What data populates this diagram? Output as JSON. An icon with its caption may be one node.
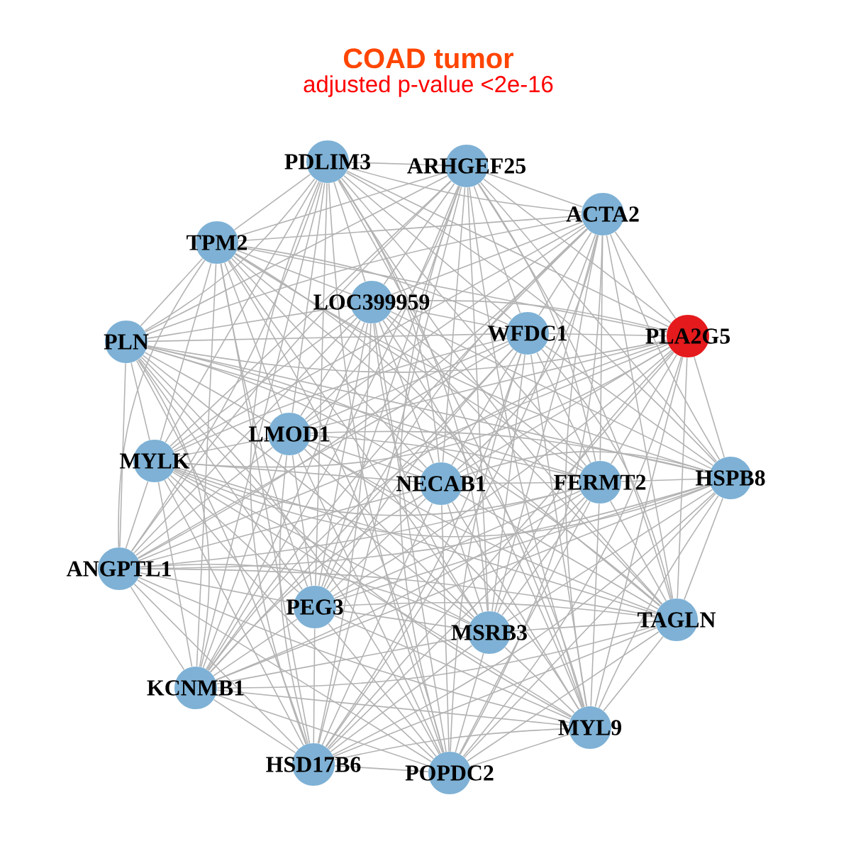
{
  "diagram": {
    "title": "COAD tumor",
    "labels": [
      "adjusted p-value <2e-16"
    ],
    "nodes": [
      {
        "text": [
          "PDLIM3"
        ]
      },
      {
        "text": [
          "ARHGEF25"
        ]
      },
      {
        "text": [
          "ACTA2"
        ]
      },
      {
        "text": [
          "TPM2"
        ]
      },
      {
        "text": [
          "LOC399959"
        ]
      },
      {
        "text": [
          "WFDC1"
        ]
      },
      {
        "text": [
          "PLA2G5"
        ]
      },
      {
        "text": [
          "PLN"
        ]
      },
      {
        "text": [
          "LMOD1"
        ]
      },
      {
        "text": [
          "MYLK"
        ]
      },
      {
        "text": [
          "NECAB1"
        ]
      },
      {
        "text": [
          "FERMT2"
        ]
      },
      {
        "text": [
          "HSPB8"
        ]
      },
      {
        "text": [
          "ANGPTL1"
        ]
      },
      {
        "text": [
          "PEG3"
        ]
      },
      {
        "text": [
          "MSRB3"
        ]
      },
      {
        "text": [
          "TAGLN"
        ]
      },
      {
        "text": [
          "KCNMB1"
        ]
      },
      {
        "text": [
          "MYL9"
        ]
      },
      {
        "text": [
          "HSD17B6"
        ]
      },
      {
        "text": [
          "POPDC2"
        ]
      }
    ],
    "edges": [
      {
        "from": 0,
        "to": 1,
        "arrow": "none"
      },
      {
        "from": 0,
        "to": 2,
        "arrow": "none"
      },
      {
        "from": 0,
        "to": 3,
        "arrow": "none"
      },
      {
        "from": 0,
        "to": 4,
        "arrow": "none"
      },
      {
        "from": 0,
        "to": 5,
        "arrow": "none"
      },
      {
        "from": 0,
        "to": 6,
        "arrow": "none"
      },
      {
        "from": 0,
        "to": 7,
        "arrow": "none"
      },
      {
        "from": 0,
        "to": 8,
        "arrow": "none"
      },
      {
        "from": 0,
        "to": 9,
        "arrow": "none"
      },
      {
        "from": 0,
        "to": 10,
        "arrow": "none"
      },
      {
        "from": 0,
        "to": 11,
        "arrow": "none"
      },
      {
        "from": 0,
        "to": 12,
        "arrow": "none"
      },
      {
        "from": 0,
        "to": 13,
        "arrow": "none"
      },
      {
        "from": 0,
        "to": 14,
        "arrow": "none"
      },
      {
        "from": 0,
        "to": 15,
        "arrow": "none"
      },
      {
        "from": 0,
        "to": 16,
        "arrow": "none"
      },
      {
        "from": 0,
        "to": 17,
        "arrow": "none"
      },
      {
        "from": 0,
        "to": 18,
        "arrow": "none"
      },
      {
        "from": 0,
        "to": 19,
        "arrow": "none"
      },
      {
        "from": 0,
        "to": 20,
        "arrow": "none"
      },
      {
        "from": 1,
        "to": 2,
        "arrow": "none"
      },
      {
        "from": 1,
        "to": 3,
        "arrow": "none"
      },
      {
        "from": 1,
        "to": 4,
        "arrow": "none"
      },
      {
        "from": 1,
        "to": 5,
        "arrow": "none"
      },
      {
        "from": 1,
        "to": 6,
        "arrow": "none"
      },
      {
        "from": 1,
        "to": 7,
        "arrow": "none"
      },
      {
        "from": 1,
        "to": 8,
        "arrow": "none"
      },
      {
        "from": 1,
        "to": 9,
        "arrow": "none"
      },
      {
        "from": 1,
        "to": 10,
        "arrow": "none"
      },
      {
        "from": 1,
        "to": 11,
        "arrow": "none"
      },
      {
        "from": 1,
        "to": 12,
        "arrow": "none"
      },
      {
        "from": 1,
        "to": 13,
        "arrow": "none"
      },
      {
        "from": 1,
        "to": 14,
        "arrow": "none"
      },
      {
        "from": 1,
        "to": 15,
        "arrow": "none"
      },
      {
        "from": 1,
        "to": 16,
        "arrow": "none"
      },
      {
        "from": 1,
        "to": 17,
        "arrow": "none"
      },
      {
        "from": 1,
        "to": 18,
        "arrow": "none"
      },
      {
        "from": 1,
        "to": 19,
        "arrow": "none"
      },
      {
        "from": 1,
        "to": 20,
        "arrow": "none"
      },
      {
        "from": 2,
        "to": 3,
        "arrow": "none"
      },
      {
        "from": 2,
        "to": 4,
        "arrow": "none"
      },
      {
        "from": 2,
        "to": 5,
        "arrow": "none"
      },
      {
        "from": 2,
        "to": 6,
        "arrow": "none"
      },
      {
        "from": 2,
        "to": 7,
        "arrow": "none"
      },
      {
        "from": 2,
        "to": 8,
        "arrow": "none"
      },
      {
        "from": 2,
        "to": 9,
        "arrow": "none"
      },
      {
        "from": 2,
        "to": 10,
        "arrow": "none"
      },
      {
        "from": 2,
        "to": 11,
        "arrow": "none"
      },
      {
        "from": 2,
        "to": 12,
        "arrow": "none"
      },
      {
        "from": 2,
        "to": 13,
        "arrow": "none"
      },
      {
        "from": 2,
        "to": 14,
        "arrow": "none"
      },
      {
        "from": 2,
        "to": 15,
        "arrow": "none"
      },
      {
        "from": 2,
        "to": 16,
        "arrow": "none"
      },
      {
        "from": 2,
        "to": 17,
        "arrow": "none"
      },
      {
        "from": 2,
        "to": 18,
        "arrow": "none"
      },
      {
        "from": 2,
        "to": 19,
        "arrow": "none"
      },
      {
        "from": 2,
        "to": 20,
        "arrow": "none"
      },
      {
        "from": 3,
        "to": 4,
        "arrow": "none"
      },
      {
        "from": 3,
        "to": 5,
        "arrow": "none"
      },
      {
        "from": 3,
        "to": 6,
        "arrow": "none"
      },
      {
        "from": 3,
        "to": 7,
        "arrow": "none"
      },
      {
        "from": 3,
        "to": 8,
        "arrow": "none"
      },
      {
        "from": 3,
        "to": 9,
        "arrow": "none"
      },
      {
        "from": 3,
        "to": 10,
        "arrow": "none"
      },
      {
        "from": 3,
        "to": 11,
        "arrow": "none"
      },
      {
        "from": 3,
        "to": 12,
        "arrow": "none"
      },
      {
        "from": 3,
        "to": 13,
        "arrow": "none"
      },
      {
        "from": 3,
        "to": 14,
        "arrow": "none"
      },
      {
        "from": 3,
        "to": 15,
        "arrow": "none"
      },
      {
        "from": 3,
        "to": 16,
        "arrow": "none"
      },
      {
        "from": 3,
        "to": 17,
        "arrow": "none"
      },
      {
        "from": 3,
        "to": 18,
        "arrow": "none"
      },
      {
        "from": 3,
        "to": 19,
        "arrow": "none"
      },
      {
        "from": 3,
        "to": 20,
        "arrow": "none"
      },
      {
        "from": 4,
        "to": 5,
        "arrow": "none"
      },
      {
        "from": 4,
        "to": 6,
        "arrow": "none"
      },
      {
        "from": 4,
        "to": 7,
        "arrow": "none"
      },
      {
        "from": 4,
        "to": 8,
        "arrow": "none"
      },
      {
        "from": 4,
        "to": 9,
        "arrow": "none"
      },
      {
        "from": 4,
        "to": 10,
        "arrow": "none"
      },
      {
        "from": 4,
        "to": 11,
        "arrow": "none"
      },
      {
        "from": 4,
        "to": 12,
        "arrow": "none"
      },
      {
        "from": 4,
        "to": 13,
        "arrow": "none"
      },
      {
        "from": 4,
        "to": 14,
        "arrow": "none"
      },
      {
        "from": 4,
        "to": 15,
        "arrow": "none"
      },
      {
        "from": 4,
        "to": 16,
        "arrow": "none"
      },
      {
        "from": 4,
        "to": 17,
        "arrow": "none"
      },
      {
        "from": 4,
        "to": 18,
        "arrow": "none"
      },
      {
        "from": 4,
        "to": 19,
        "arrow": "none"
      },
      {
        "from": 4,
        "to": 20,
        "arrow": "none"
      },
      {
        "from": 5,
        "to": 6,
        "arrow": "none"
      },
      {
        "from": 5,
        "to": 7,
        "arrow": "none"
      },
      {
        "from": 5,
        "to": 8,
        "arrow": "none"
      },
      {
        "from": 5,
        "to": 9,
        "arrow": "none"
      },
      {
        "from": 5,
        "to": 10,
        "arrow": "none"
      },
      {
        "from": 5,
        "to": 11,
        "arrow": "none"
      },
      {
        "from": 5,
        "to": 12,
        "arrow": "none"
      },
      {
        "from": 5,
        "to": 13,
        "arrow": "none"
      },
      {
        "from": 5,
        "to": 14,
        "arrow": "none"
      },
      {
        "from": 5,
        "to": 15,
        "arrow": "none"
      },
      {
        "from": 5,
        "to": 16,
        "arrow": "none"
      },
      {
        "from": 5,
        "to": 17,
        "arrow": "none"
      },
      {
        "from": 5,
        "to": 18,
        "arrow": "none"
      },
      {
        "from": 5,
        "to": 19,
        "arrow": "none"
      },
      {
        "from": 5,
        "to": 20,
        "arrow": "none"
      },
      {
        "from": 6,
        "to": 7,
        "arrow": "none"
      },
      {
        "from": 6,
        "to": 8,
        "arrow": "none"
      },
      {
        "from": 6,
        "to": 9,
        "arrow": "none"
      },
      {
        "from": 6,
        "to": 10,
        "arrow": "none"
      },
      {
        "from": 6,
        "to": 11,
        "arrow": "none"
      },
      {
        "from": 6,
        "to": 12,
        "arrow": "none"
      },
      {
        "from": 6,
        "to": 13,
        "arrow": "none"
      },
      {
        "from": 6,
        "to": 14,
        "arrow": "none"
      },
      {
        "from": 6,
        "to": 15,
        "arrow": "none"
      },
      {
        "from": 6,
        "to": 16,
        "arrow": "none"
      },
      {
        "from": 6,
        "to": 17,
        "arrow": "none"
      },
      {
        "from": 6,
        "to": 18,
        "arrow": "none"
      },
      {
        "from": 6,
        "to": 19,
        "arrow": "none"
      },
      {
        "from": 6,
        "to": 20,
        "arrow": "none"
      },
      {
        "from": 7,
        "to": 8,
        "arrow": "none"
      },
      {
        "from": 7,
        "to": 9,
        "arrow": "none"
      },
      {
        "from": 7,
        "to": 10,
        "arrow": "none"
      },
      {
        "from": 7,
        "to": 11,
        "arrow": "none"
      },
      {
        "from": 7,
        "to": 12,
        "arrow": "none"
      },
      {
        "from": 7,
        "to": 13,
        "arrow": "none"
      },
      {
        "from": 7,
        "to": 14,
        "arrow": "none"
      },
      {
        "from": 7,
        "to": 15,
        "arrow": "none"
      },
      {
        "from": 7,
        "to": 16,
        "arrow": "none"
      },
      {
        "from": 7,
        "to": 17,
        "arrow": "none"
      },
      {
        "from": 7,
        "to": 18,
        "arrow": "none"
      },
      {
        "from": 7,
        "to": 19,
        "arrow": "none"
      },
      {
        "from": 7,
        "to": 20,
        "arrow": "none"
      },
      {
        "from": 8,
        "to": 9,
        "arrow": "none"
      },
      {
        "from": 8,
        "to": 10,
        "arrow": "none"
      },
      {
        "from": 8,
        "to": 11,
        "arrow": "none"
      },
      {
        "from": 8,
        "to": 12,
        "arrow": "none"
      },
      {
        "from": 8,
        "to": 13,
        "arrow": "none"
      },
      {
        "from": 8,
        "to": 14,
        "arrow": "none"
      },
      {
        "from": 8,
        "to": 15,
        "arrow": "none"
      },
      {
        "from": 8,
        "to": 16,
        "arrow": "none"
      },
      {
        "from": 8,
        "to": 17,
        "arrow": "none"
      },
      {
        "from": 8,
        "to": 18,
        "arrow": "none"
      },
      {
        "from": 8,
        "to": 19,
        "arrow": "none"
      },
      {
        "from": 8,
        "to": 20,
        "arrow": "none"
      },
      {
        "from": 9,
        "to": 10,
        "arrow": "none"
      },
      {
        "from": 9,
        "to": 11,
        "arrow": "none"
      },
      {
        "from": 9,
        "to": 12,
        "arrow": "none"
      },
      {
        "from": 9,
        "to": 13,
        "arrow": "none"
      },
      {
        "from": 9,
        "to": 14,
        "arrow": "none"
      },
      {
        "from": 9,
        "to": 15,
        "arrow": "none"
      },
      {
        "from": 9,
        "to": 16,
        "arrow": "none"
      },
      {
        "from": 9,
        "to": 17,
        "arrow": "none"
      },
      {
        "from": 9,
        "to": 18,
        "arrow": "none"
      },
      {
        "from": 9,
        "to": 19,
        "arrow": "none"
      },
      {
        "from": 9,
        "to": 20,
        "arrow": "none"
      },
      {
        "from": 10,
        "to": 11,
        "arrow": "none"
      },
      {
        "from": 10,
        "to": 12,
        "arrow": "none"
      },
      {
        "from": 10,
        "to": 13,
        "arrow": "none"
      },
      {
        "from": 10,
        "to": 14,
        "arrow": "none"
      },
      {
        "from": 10,
        "to": 15,
        "arrow": "none"
      },
      {
        "from": 10,
        "to": 16,
        "arrow": "none"
      },
      {
        "from": 10,
        "to": 17,
        "arrow": "none"
      },
      {
        "from": 10,
        "to": 18,
        "arrow": "none"
      },
      {
        "from": 10,
        "to": 19,
        "arrow": "none"
      },
      {
        "from": 10,
        "to": 20,
        "arrow": "none"
      },
      {
        "from": 11,
        "to": 12,
        "arrow": "none"
      },
      {
        "from": 11,
        "to": 13,
        "arrow": "none"
      },
      {
        "from": 11,
        "to": 14,
        "arrow": "none"
      },
      {
        "from": 11,
        "to": 15,
        "arrow": "none"
      },
      {
        "from": 11,
        "to": 16,
        "arrow": "none"
      },
      {
        "from": 11,
        "to": 17,
        "arrow": "none"
      },
      {
        "from": 11,
        "to": 18,
        "arrow": "none"
      },
      {
        "from": 11,
        "to": 19,
        "arrow": "none"
      },
      {
        "from": 11,
        "to": 20,
        "arrow": "none"
      },
      {
        "from": 12,
        "to": 13,
        "arrow": "none"
      },
      {
        "from": 12,
        "to": 14,
        "arrow": "none"
      },
      {
        "from": 12,
        "to": 15,
        "arrow": "none"
      },
      {
        "from": 12,
        "to": 16,
        "arrow": "none"
      },
      {
        "from": 12,
        "to": 17,
        "arrow": "none"
      },
      {
        "from": 12,
        "to": 18,
        "arrow": "none"
      },
      {
        "from": 12,
        "to": 19,
        "arrow": "none"
      },
      {
        "from": 12,
        "to": 20,
        "arrow": "none"
      },
      {
        "from": 13,
        "to": 14,
        "arrow": "none"
      },
      {
        "from": 13,
        "to": 15,
        "arrow": "none"
      },
      {
        "from": 13,
        "to": 16,
        "arrow": "none"
      },
      {
        "from": 13,
        "to": 17,
        "arrow": "none"
      },
      {
        "from": 13,
        "to": 18,
        "arrow": "none"
      },
      {
        "from": 13,
        "to": 19,
        "arrow": "none"
      },
      {
        "from": 13,
        "to": 20,
        "arrow": "none"
      },
      {
        "from": 14,
        "to": 15,
        "arrow": "none"
      },
      {
        "from": 14,
        "to": 16,
        "arrow": "none"
      },
      {
        "from": 14,
        "to": 17,
        "arrow": "none"
      },
      {
        "from": 14,
        "to": 18,
        "arrow": "none"
      },
      {
        "from": 14,
        "to": 19,
        "arrow": "none"
      },
      {
        "from": 14,
        "to": 20,
        "arrow": "none"
      },
      {
        "from": 15,
        "to": 16,
        "arrow": "none"
      },
      {
        "from": 15,
        "to": 17,
        "arrow": "none"
      },
      {
        "from": 15,
        "to": 18,
        "arrow": "none"
      },
      {
        "from": 15,
        "to": 19,
        "arrow": "none"
      },
      {
        "from": 15,
        "to": 20,
        "arrow": "none"
      },
      {
        "from": 16,
        "to": 17,
        "arrow": "none"
      },
      {
        "from": 16,
        "to": 18,
        "arrow": "none"
      },
      {
        "from": 16,
        "to": 19,
        "arrow": "none"
      },
      {
        "from": 16,
        "to": 20,
        "arrow": "none"
      },
      {
        "from": 17,
        "to": 18,
        "arrow": "none"
      },
      {
        "from": 17,
        "to": 19,
        "arrow": "none"
      },
      {
        "from": 17,
        "to": 20,
        "arrow": "none"
      },
      {
        "from": 18,
        "to": 19,
        "arrow": "none"
      },
      {
        "from": 18,
        "to": 20,
        "arrow": "none"
      },
      {
        "from": 19,
        "to": 20,
        "arrow": "none"
      }
    ]
  }
}
